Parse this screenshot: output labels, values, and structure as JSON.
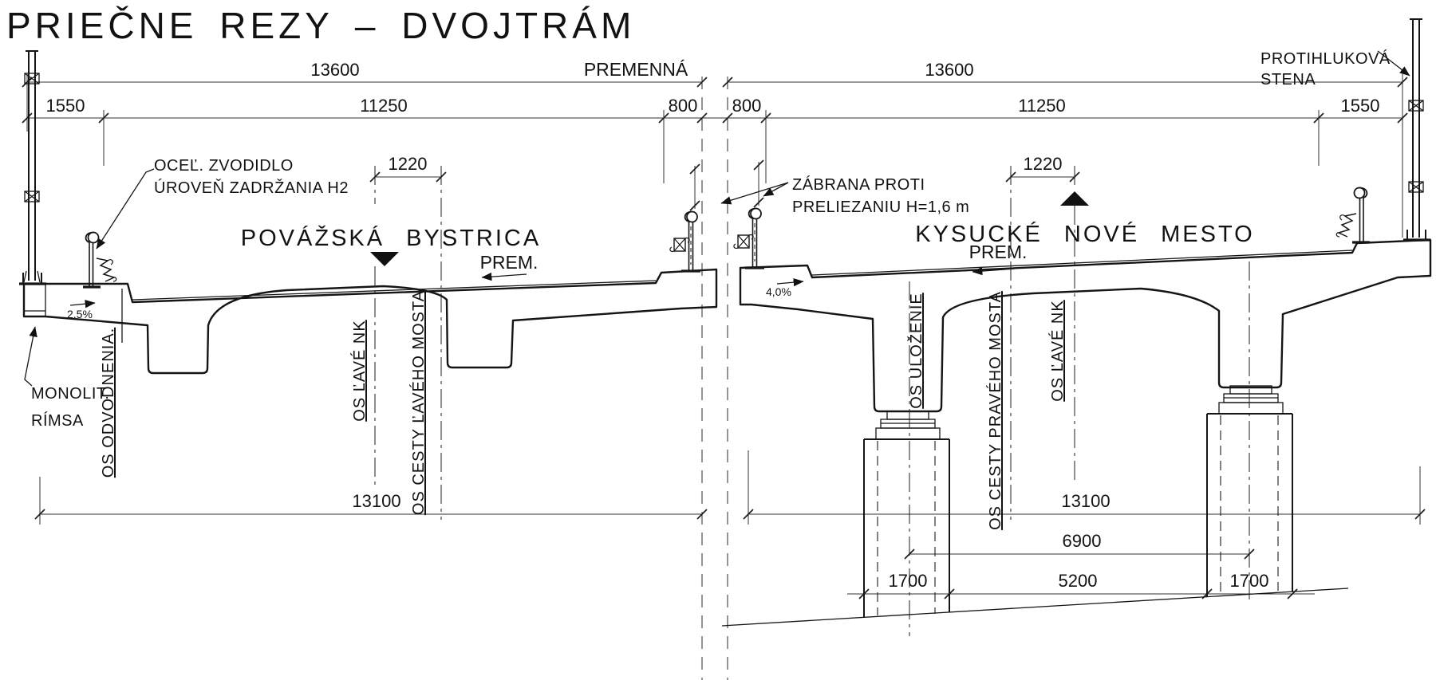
{
  "title": "PRIEČNE REZY – DVOJTRÁM",
  "dims": {
    "top_total_left": "13600",
    "gap": "PREMENNÁ",
    "top_total_right": "13600",
    "left_edge": "1550",
    "left_carriageway": "11250",
    "left_to_axis": "800",
    "right_to_axis": "800",
    "right_carriageway": "11250",
    "right_edge": "1550",
    "left_axis_gap": "1220",
    "right_axis_gap": "1220",
    "left_width": "13100",
    "right_width": "13100",
    "pier_axes": "6900",
    "pier1_width": "1700",
    "pier_clear": "5200",
    "pier2_width": "1700"
  },
  "labels": {
    "guardrail_line1": "OCEĽ. ZVODIDLO",
    "guardrail_line2": "ÚROVEŇ ZADRŽANIA H2",
    "left_direction": "POVÁŽSKÁ  BYSTRICA",
    "left_chainage": "PREM.",
    "climb_barrier_line1": "ZÁBRANA PROTI",
    "climb_barrier_line2": "PRELIEZANIU H=1,6 m",
    "right_direction": "KYSUCKÉ  NOVÉ  MESTO",
    "right_chainage": "PREM.",
    "noise_wall_line1": "PROTIHLUKOVÁ",
    "noise_wall_line2": "STENA",
    "cornice_line1": "MONOLIT.",
    "cornice_line2": "RÍMSA",
    "slope_left": "2,5%",
    "slope_right": "4,0%"
  },
  "axes": {
    "left_drainage": "OS ODVODNENIA.",
    "left_nk": "OS ĽAVÉ NK",
    "left_road": "OS CESTY ĽAVÉHO MOSTA",
    "right_bearing": "OS ULOŽENIE",
    "right_road": "OS CESTY PRAVÉHO MOSTA",
    "right_nk": "OS ĽAVÉ NK"
  }
}
